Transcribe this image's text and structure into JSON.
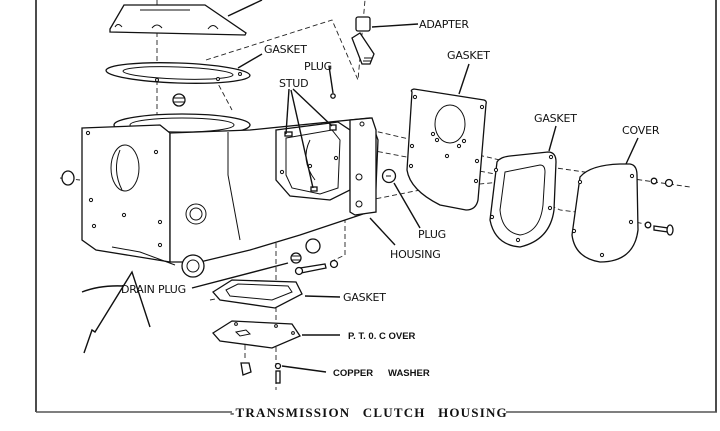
{
  "title": "TRANSMISSION CLUTCH HOUSING",
  "caption_prefix": "-",
  "labels": {
    "adapter": "ADAPTER",
    "gasket_top": "GASKET",
    "plug_top": "PLUG",
    "stud": "STUD",
    "gasket_right_upper": "GASKET",
    "gasket_right_lower": "GASKET",
    "cover": "COVER",
    "plug_side": "PLUG",
    "housing": "HOUSING",
    "drain_plug": "DRAIN PLUG",
    "gasket_bottom": "GASKET",
    "pto_cover": "P. T. 0. C OVER",
    "copper_washer_1": "COPPER",
    "copper_washer_2": "WASHER"
  },
  "colors": {
    "ink": "#111111",
    "paper": "#ffffff"
  }
}
